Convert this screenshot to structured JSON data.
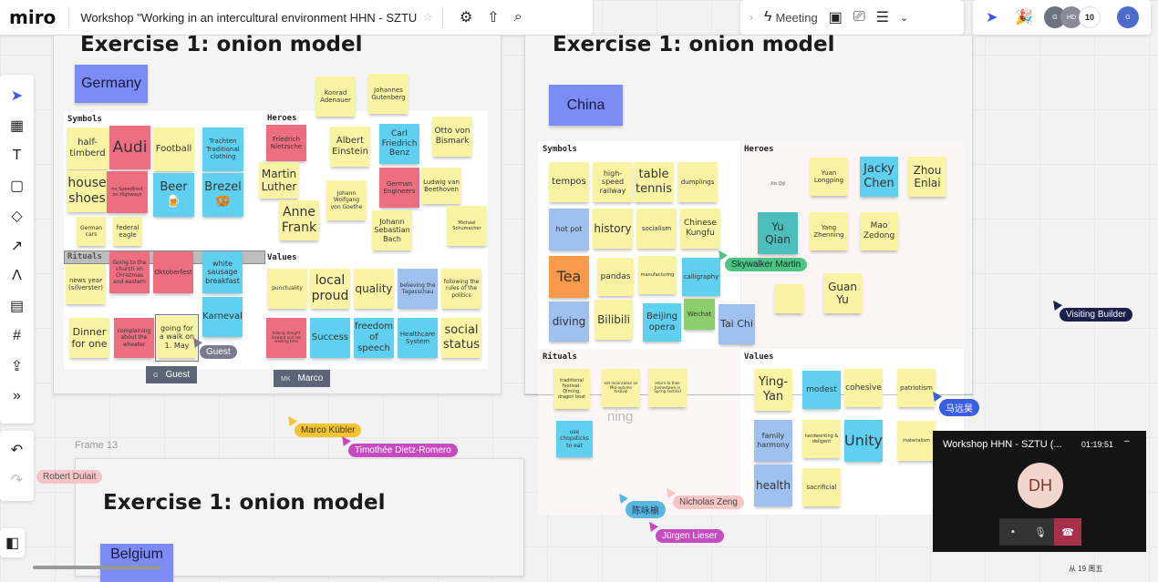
{
  "topbar": {
    "logo": "miro",
    "board_title": "Workshop \"Working in an intercultural environment HHN - SZTU",
    "meeting_label": "Meeting",
    "participant_count": "10",
    "avatars": [
      "G",
      "HD",
      "G"
    ]
  },
  "frames": [
    {
      "title": "Exercise 1: onion model",
      "country": "Germany",
      "sections": [
        "Symbols",
        "Heroes",
        "Rituals",
        "Values"
      ]
    },
    {
      "title": "Exercise 1: onion model",
      "country": "China",
      "sections": [
        "Symbols",
        "Heroes",
        "Rituals",
        "Values"
      ]
    },
    {
      "label": "Frame 13",
      "title": "Exercise 1: onion model",
      "country": "Belgium"
    }
  ],
  "colors": {
    "yellow": "#fbf3a4",
    "red": "#ec6e80",
    "blue": "#5fd0f0",
    "lightblue": "#9ec1f0",
    "orange": "#fa9a4b",
    "green": "#8ccf6c",
    "teal": "#4cbfbd",
    "country": "#7d8cf5"
  },
  "notes": [
    {
      "text": "half-timberd",
      "color": "yellow"
    },
    {
      "text": "Audi",
      "color": "red"
    },
    {
      "text": "Football",
      "color": "yellow"
    },
    {
      "text": "Trachten Traditional clothing",
      "color": "blue"
    },
    {
      "text": "house shoes",
      "color": "yellow"
    },
    {
      "text": "no Speedlimit on Highways",
      "color": "red"
    },
    {
      "text": "Beer 🍺",
      "color": "blue"
    },
    {
      "text": "Brezel 🥨",
      "color": "blue"
    },
    {
      "text": "German cars",
      "color": "yellow"
    },
    {
      "text": "federal eagle",
      "color": "yellow"
    },
    {
      "text": "Konrad Adenauer",
      "color": "yellow"
    },
    {
      "text": "Johannes Gutenberg",
      "color": "yellow"
    },
    {
      "text": "Friedrich Nietzsche",
      "color": "red"
    },
    {
      "text": "Albert Einstein",
      "color": "yellow"
    },
    {
      "text": "Carl Friedrich Benz",
      "color": "blue"
    },
    {
      "text": "Otto von Bismark",
      "color": "yellow"
    },
    {
      "text": "Martin Luther",
      "color": "yellow"
    },
    {
      "text": "German Engineers",
      "color": "red"
    },
    {
      "text": "Ludwig van Beethoven",
      "color": "yellow"
    },
    {
      "text": "Anne Frank",
      "color": "yellow"
    },
    {
      "text": "Johann Wolfgang von Goethe",
      "color": "yellow"
    },
    {
      "text": "Johann Sebastian Bach",
      "color": "yellow"
    },
    {
      "text": "Michael Schumacher",
      "color": "yellow"
    },
    {
      "text": "news year (silverster)",
      "color": "yellow"
    },
    {
      "text": "Going to the church on Christmas and eastern",
      "color": "red"
    },
    {
      "text": "Oktoberfest",
      "color": "red"
    },
    {
      "text": "white sausage breakfast",
      "color": "blue"
    },
    {
      "text": "Karneval",
      "color": "blue"
    },
    {
      "text": "Dinner for one",
      "color": "yellow"
    },
    {
      "text": "complaining about the wheater",
      "color": "red"
    },
    {
      "text": "going for a walk on 1. May",
      "color": "yellow"
    },
    {
      "text": "punctuality",
      "color": "yellow"
    },
    {
      "text": "local proud",
      "color": "yellow"
    },
    {
      "text": "quality",
      "color": "yellow"
    },
    {
      "text": "believing the Tagesschau",
      "color": "lightblue"
    },
    {
      "text": "following the rules of the politics",
      "color": "yellow"
    },
    {
      "text": "talking straight forward and not wasting time",
      "color": "red"
    },
    {
      "text": "Success",
      "color": "blue"
    },
    {
      "text": "freedom of speech",
      "color": "blue"
    },
    {
      "text": "Healthcare System",
      "color": "blue"
    },
    {
      "text": "social status",
      "color": "yellow"
    },
    {
      "text": "tempos",
      "color": "yellow"
    },
    {
      "text": "high-speed railway",
      "color": "yellow"
    },
    {
      "text": "table tennis",
      "color": "yellow"
    },
    {
      "text": "dumplings",
      "color": "yellow"
    },
    {
      "text": "hot pot",
      "color": "lightblue"
    },
    {
      "text": "history",
      "color": "yellow"
    },
    {
      "text": "socialism",
      "color": "yellow"
    },
    {
      "text": "Chinese Kungfu",
      "color": "yellow"
    },
    {
      "text": "Tea",
      "color": "orange"
    },
    {
      "text": "pandas",
      "color": "yellow"
    },
    {
      "text": "manufacturing",
      "color": "yellow"
    },
    {
      "text": "calligraphy",
      "color": "blue"
    },
    {
      "text": "diving",
      "color": "lightblue"
    },
    {
      "text": "Bilibili",
      "color": "yellow"
    },
    {
      "text": "Beijing opera",
      "color": "blue"
    },
    {
      "text": "Wechat",
      "color": "green"
    },
    {
      "text": "Tai Chi",
      "color": "lightblue"
    },
    {
      "text": "Yuan Longping",
      "color": "yellow"
    },
    {
      "text": "Jacky Chen",
      "color": "blue"
    },
    {
      "text": "Zhou Enlai",
      "color": "yellow"
    },
    {
      "text": "Yu Qian",
      "color": "teal"
    },
    {
      "text": "Yang Zhenning",
      "color": "yellow"
    },
    {
      "text": "Mao Zedong",
      "color": "yellow"
    },
    {
      "text": "Guan Yu",
      "color": "yellow"
    },
    {
      "text": "",
      "color": "yellow"
    },
    {
      "text": "traditional festival: Qiming, dragon boat",
      "color": "yellow"
    },
    {
      "text": "eat mooncakes on Mid-autumn festival",
      "color": "yellow"
    },
    {
      "text": "return to their homestown in Spring Festival",
      "color": "yellow"
    },
    {
      "text": "use chopsticks to eat",
      "color": "blue"
    },
    {
      "text": "Ying-Yan",
      "color": "yellow"
    },
    {
      "text": "modest",
      "color": "blue"
    },
    {
      "text": "cohesive",
      "color": "yellow"
    },
    {
      "text": "patriotism",
      "color": "yellow"
    },
    {
      "text": "family harmony",
      "color": "lightblue"
    },
    {
      "text": "hardworking & deligent",
      "color": "yellow"
    },
    {
      "text": "Unity",
      "color": "blue"
    },
    {
      "text": "materialism",
      "color": "yellow"
    },
    {
      "text": "health",
      "color": "lightblue"
    },
    {
      "text": "sacrificial",
      "color": "yellow"
    }
  ],
  "loose_text": {
    "xin_qiji": "Xin Qiji",
    "ghost": "ning"
  },
  "cursors": [
    {
      "name": "Marco",
      "initials": "MK",
      "color": "#5b6577"
    },
    {
      "name": "Guest",
      "color": "#7a7a90"
    },
    {
      "name": "Guest",
      "initials": "G",
      "color": "#5b6577"
    },
    {
      "name": "Marco Kübler",
      "color": "#f5c431"
    },
    {
      "name": "Timothée Dietz-Romero",
      "color": "#c74bc0"
    },
    {
      "name": "Robert Dulait",
      "color": "#f6c5c5"
    },
    {
      "name": "Skywalker Martin",
      "color": "#4fc383"
    },
    {
      "name": "Visiting Builder",
      "color": "#1a1f4b"
    },
    {
      "name": "马远昊",
      "color": "#3a5ee0"
    },
    {
      "name": "陈咏榆",
      "color": "#5ab8e0"
    },
    {
      "name": "Nicholas Zeng",
      "color": "#f6c5c5"
    },
    {
      "name": "Jürgen Lieser",
      "color": "#c74bc0"
    }
  ],
  "video": {
    "title": "Workshop HHN - SZTU (...",
    "time": "01:19:51",
    "initials": "DH",
    "menu": "..."
  },
  "taskbar": {
    "clock": "从 19 周五"
  }
}
